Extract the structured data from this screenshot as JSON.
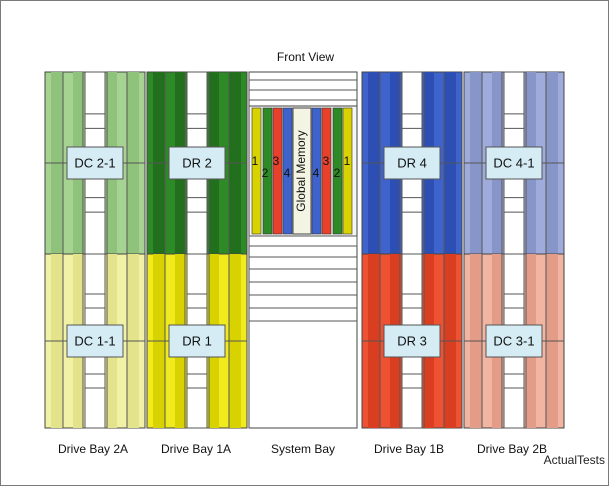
{
  "title": "Front View",
  "watermark": "ActualTests",
  "global_memory_label": "Global Memory",
  "memory_slot_numbers": [
    "1",
    "2",
    "3",
    "4",
    "4",
    "3",
    "2",
    "1"
  ],
  "columns": [
    {
      "name": "Drive Bay 2A",
      "upper": {
        "label": "DC 2-1",
        "color": "#a6d392",
        "stripe": "#8fc27a"
      },
      "lower": {
        "label": "DC 1-1",
        "color": "#f2f2a6",
        "stripe": "#e3e38c"
      }
    },
    {
      "name": "Drive Bay 1A",
      "upper": {
        "label": "DR 2",
        "color": "#2e8a26",
        "stripe": "#226f1d"
      },
      "lower": {
        "label": "DR 1",
        "color": "#f0ea1e",
        "stripe": "#d8d200"
      }
    },
    {
      "name": "System Bay"
    },
    {
      "name": "Drive Bay 1B",
      "upper": {
        "label": "DR 4",
        "color": "#3e63cc",
        "stripe": "#2d4fb3"
      },
      "lower": {
        "label": "DR 3",
        "color": "#ee5233",
        "stripe": "#d93e20"
      }
    },
    {
      "name": "Drive Bay 2B",
      "upper": {
        "label": "DC 4-1",
        "color": "#9eabdb",
        "stripe": "#8795c9"
      },
      "lower": {
        "label": "DC 3-1",
        "color": "#f2b5a2",
        "stripe": "#e39c87"
      }
    }
  ],
  "memory_board_colors": [
    "#d8d200",
    "#2e8a26",
    "#e8402a",
    "#3e63cc",
    "#3e63cc",
    "#e8402a",
    "#2e8a26",
    "#d8d200"
  ],
  "label_box_color": "#d5ecf5"
}
